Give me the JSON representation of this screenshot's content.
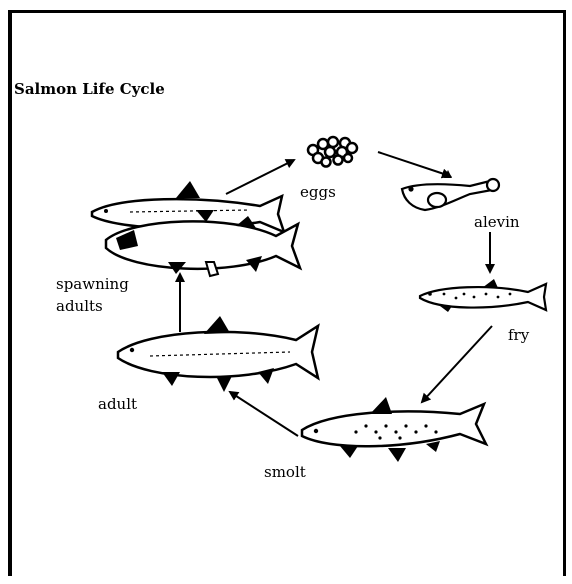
{
  "title": "Salmon Life Cycle",
  "stages": {
    "eggs": "eggs",
    "alevin": "alevin",
    "fry": "fry",
    "smolt": "smolt",
    "adult": "adult",
    "spawning_line1": "spawning",
    "spawning_line2": "adults"
  }
}
